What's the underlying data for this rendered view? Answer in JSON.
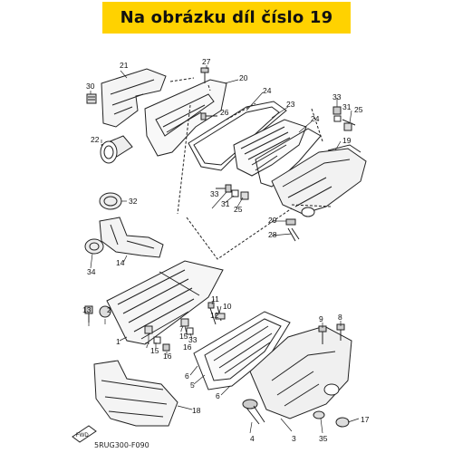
{
  "banner": {
    "text": "Na obrázku díl číslo 19",
    "color": "#ffd200"
  },
  "diagram_code": "5RUG300-F090",
  "fwd_label": "FWD",
  "callouts": {
    "c21": "21",
    "c30": "30",
    "c22": "22",
    "c27": "27",
    "c20": "20",
    "c26": "26",
    "c24a": "24",
    "c23": "23",
    "c24b": "24",
    "c33a": "33",
    "c31a": "31",
    "c25a": "25",
    "c19": "19",
    "c33b": "33",
    "c31b": "31",
    "c25b": "25",
    "c29": "29",
    "c28": "28",
    "c32": "32",
    "c14": "14",
    "c34": "34",
    "c11": "11",
    "c10": "10",
    "c12": "12",
    "c13": "13",
    "c2": "2",
    "c1": "1",
    "c7a": "7",
    "c15a": "15",
    "c16a": "16",
    "c7b": "7",
    "c15b": "15",
    "c33c": "33",
    "c16b": "16",
    "c9": "9",
    "c8": "8",
    "c6a": "6",
    "c5": "5",
    "c6b": "6",
    "c18": "18",
    "c4": "4",
    "c3": "3",
    "c17": "17",
    "c35": "35"
  }
}
